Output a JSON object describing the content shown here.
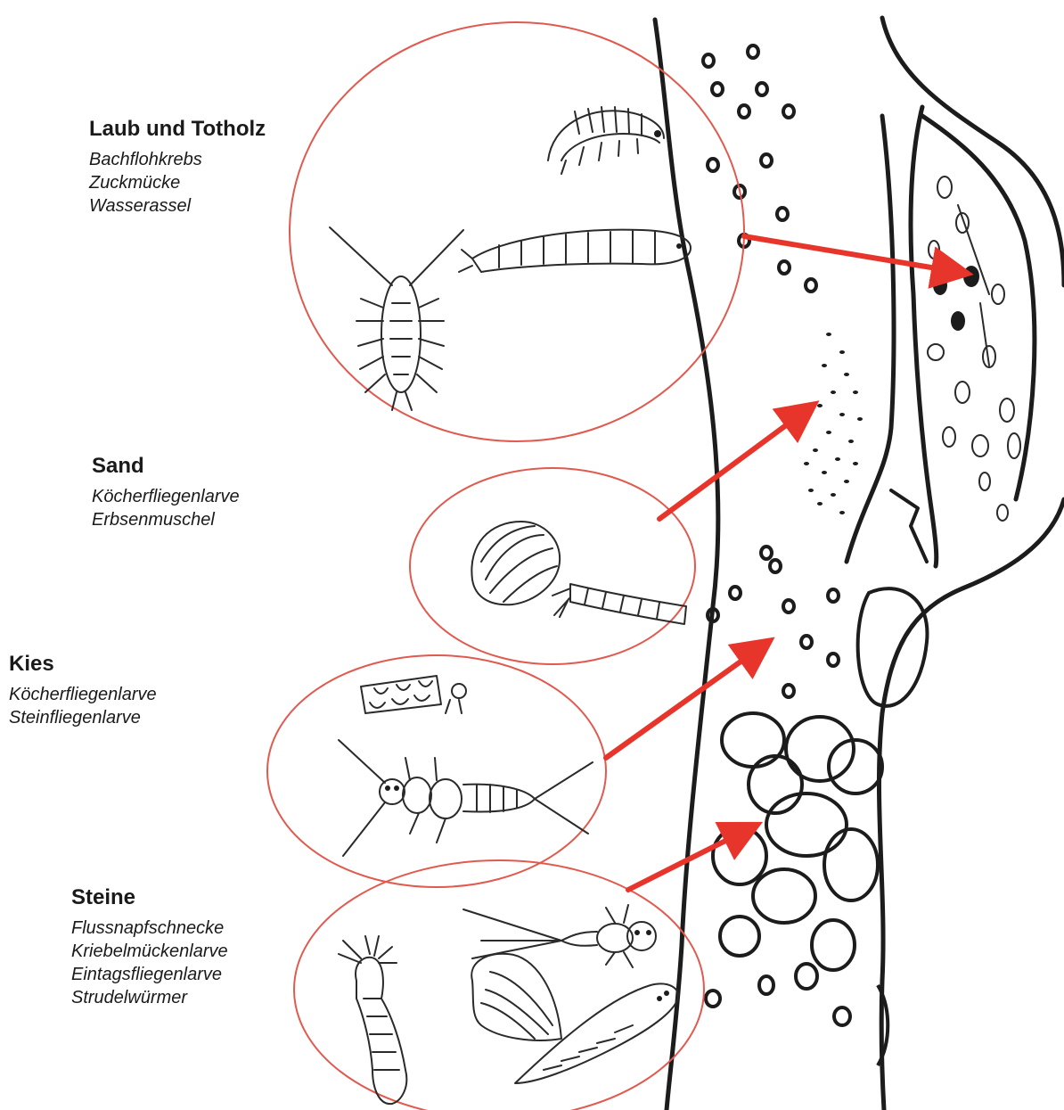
{
  "colors": {
    "ink": "#1c1c1c",
    "accent_red": "#e8352b",
    "circle_red": "#e05a4f",
    "background": "#ffffff"
  },
  "habitats": [
    {
      "title": "Laub und Totholz",
      "organisms": [
        "Bachflohkrebs",
        "Zuckmücke",
        "Wasserassel"
      ]
    },
    {
      "title": "Sand",
      "organisms": [
        "Köcherfliegenlarve",
        "Erbsenmuschel"
      ]
    },
    {
      "title": "Kies",
      "organisms": [
        "Köcherfliegenlarve",
        "Steinfliegenlarve"
      ]
    },
    {
      "title": "Steine",
      "organisms": [
        "Flussnapfschnecke",
        "Kriebelmückenlarve",
        "Eintagsfliegenlarve",
        "Strudelwürmer"
      ]
    }
  ]
}
